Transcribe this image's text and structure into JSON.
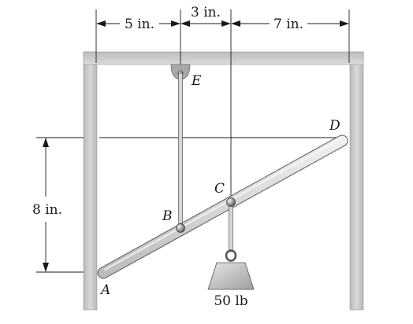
{
  "dimensions": {
    "left_top": "5 in.",
    "middle_top": "3 in.",
    "right_top": "7 in.",
    "vertical": "8 in."
  },
  "points": {
    "A": "A",
    "B": "B",
    "C": "C",
    "D": "D",
    "E": "E"
  },
  "load": {
    "label": "50 lb"
  },
  "colors": {
    "frame": "#c9c9c9",
    "frame_edge": "#9a9a9a",
    "bar": "#d8d8d8",
    "weight": "#c4c4c4",
    "line": "#1a1a1a"
  }
}
